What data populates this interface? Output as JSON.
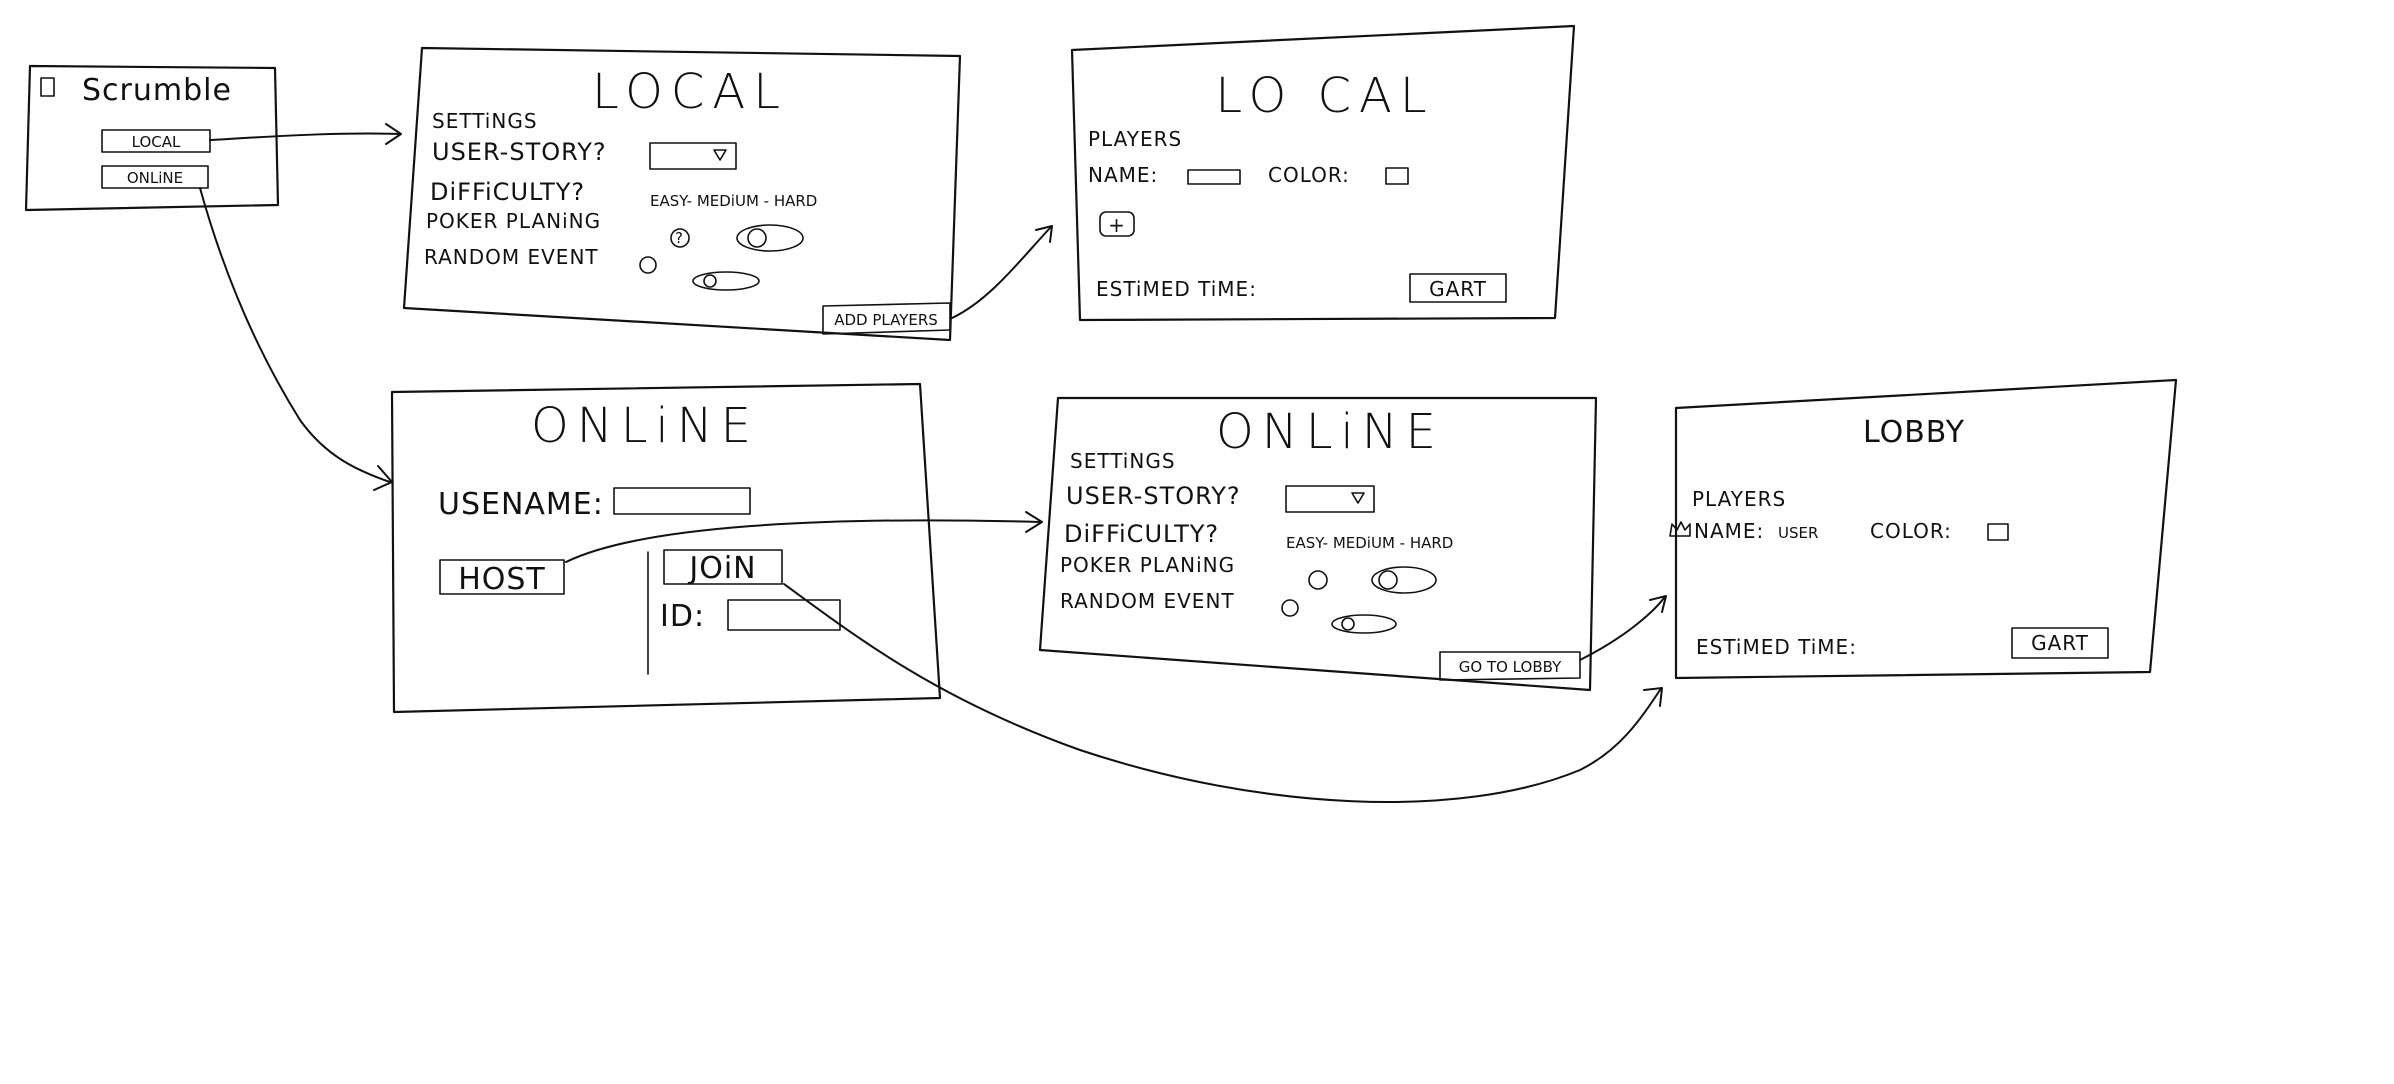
{
  "start": {
    "title": "Scrumble",
    "local_btn": "LOCAL",
    "online_btn": "ONLiNE"
  },
  "local_settings": {
    "title": "LOCAL",
    "settings": "SETTiNGS",
    "user_story": "USER-STORY?",
    "difficulty": "DiFFiCULTY?",
    "difficulty_options": "EASY- MEDiUM - HARD",
    "poker": "POKER PLANiNG",
    "random_event": "RANDOM EVENT",
    "add_players_btn": "ADD PLAYERS"
  },
  "local_players": {
    "title": "LO CAL",
    "players": "PLAYERS",
    "name": "NAME:",
    "color": "COLOR:",
    "add_icon": "+",
    "estimated_time": "ESTiMED TiME:",
    "start_btn": "GART"
  },
  "online": {
    "title": "ONLiNE",
    "username": "USENAME:",
    "host_btn": "HOST",
    "join_btn": "JOiN",
    "id_label": "ID:"
  },
  "online_settings": {
    "title": "ONLiNE",
    "settings": "SETTiNGS",
    "user_story": "USER-STORY?",
    "difficulty": "DiFFiCULTY?",
    "difficulty_options": "EASY- MEDiUM - HARD",
    "poker": "POKER PLANiNG",
    "random_event": "RANDOM EVENT",
    "lobby_btn": "GO TO LOBBY"
  },
  "lobby": {
    "title": "LOBBY",
    "players": "PLAYERS",
    "name": "NAME:",
    "name_value": "USER",
    "color": "COLOR:",
    "estimated_time": "ESTiMED TiME:",
    "start_btn": "GART"
  },
  "icons": {
    "window_icon": "square-icon",
    "help_icon": "question-circle-icon",
    "toggle_icon": "toggle-icon",
    "dropdown_icon": "triangle-down-icon",
    "crown_icon": "crown-icon"
  }
}
